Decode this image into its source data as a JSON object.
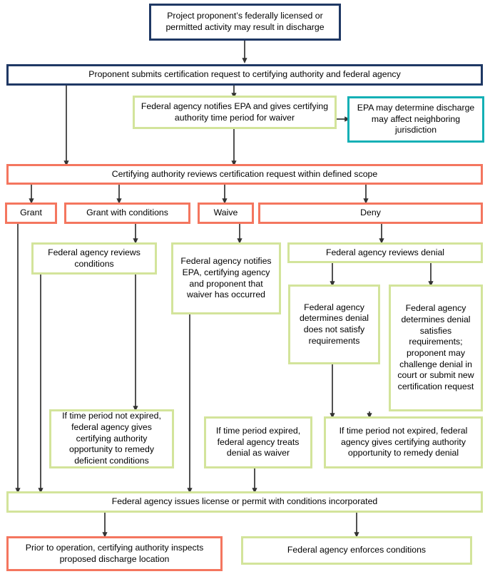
{
  "diagram": {
    "title": "Clean Water Act Section 401 certification process flowchart",
    "colors": {
      "navy": "#1f3864",
      "green": "#d3e49b",
      "red": "#f4765f",
      "teal": "#14b0b5",
      "connector": "#333333",
      "text": "#000000",
      "background": "#ffffff"
    }
  },
  "nodes": [
    {
      "id": "project-proponent-activity",
      "label": "Project proponent’s federally licensed or permitted activity may result in discharge",
      "border": "navy"
    },
    {
      "id": "proponent-submits-request",
      "label": "Proponent submits certification request to certifying authority and federal agency",
      "border": "navy"
    },
    {
      "id": "federal-agency-notifies-epa",
      "label": "Federal agency notifies EPA and gives certifying authority time period for waiver",
      "border": "green"
    },
    {
      "id": "epa-may-determine",
      "label": "EPA may determine discharge may affect neighboring jurisdiction",
      "border": "teal"
    },
    {
      "id": "certifying-authority-reviews",
      "label": "Certifying authority reviews certification request within defined scope",
      "border": "red"
    },
    {
      "id": "grant",
      "label": "Grant",
      "border": "red"
    },
    {
      "id": "grant-with-conditions",
      "label": "Grant with conditions",
      "border": "red"
    },
    {
      "id": "waive",
      "label": "Waive",
      "border": "red"
    },
    {
      "id": "deny",
      "label": "Deny",
      "border": "red"
    },
    {
      "id": "federal-agency-reviews-conditions",
      "label": "Federal agency reviews conditions",
      "border": "green"
    },
    {
      "id": "federal-agency-notifies-waiver",
      "label": "Federal agency notifies EPA, certifying agency and proponent that waiver has occurred",
      "border": "green"
    },
    {
      "id": "federal-agency-reviews-denial",
      "label": "Federal agency reviews denial",
      "border": "green"
    },
    {
      "id": "denial-does-not-satisfy",
      "label": "Federal agency determines denial does not satisfy requirements",
      "border": "green"
    },
    {
      "id": "denial-satisfies-requirements",
      "label": "Federal agency determines denial satisfies requirements; proponent may challenge denial in court or submit new certification request",
      "border": "green"
    },
    {
      "id": "remedy-deficient-conditions",
      "label": "If time period not expired, federal agency gives certifying authority opportunity to remedy deficient conditions",
      "border": "green"
    },
    {
      "id": "denial-treated-as-waiver",
      "label": "If time period expired, federal agency treats denial as waiver",
      "border": "green"
    },
    {
      "id": "remedy-denial",
      "label": "If time period not expired, federal agency gives certifying authority opportunity to remedy denial",
      "border": "green"
    },
    {
      "id": "federal-agency-issues-license",
      "label": "Federal agency issues license or permit with conditions incorporated",
      "border": "green"
    },
    {
      "id": "certifying-authority-inspects",
      "label": "Prior to operation, certifying authority inspects proposed discharge location",
      "border": "red"
    },
    {
      "id": "federal-agency-enforces",
      "label": "Federal agency enforces conditions",
      "border": "green"
    }
  ]
}
